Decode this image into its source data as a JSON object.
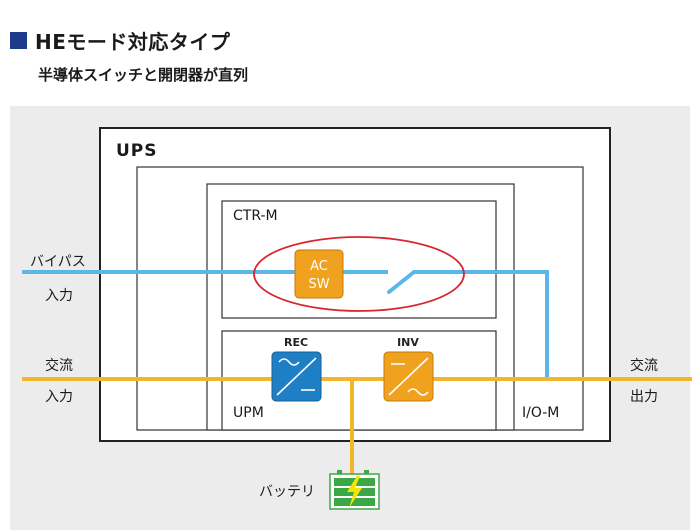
{
  "header": {
    "title": "HEモード対応タイプ",
    "subtitle": "半導体スイッチと開閉器が直列"
  },
  "diagram": {
    "ups_label": "UPS",
    "ctr_label": "CTR-M",
    "upm_label": "UPM",
    "io_label": "I/O-M",
    "ac_sw": {
      "line1": "AC",
      "line2": "SW"
    },
    "rec_label": "REC",
    "inv_label": "INV",
    "bypass_input": {
      "line1": "バイパス",
      "line2": "入力"
    },
    "ac_input": {
      "line1": "交流",
      "line2": "入力"
    },
    "ac_output": {
      "line1": "交流",
      "line2": "出力"
    },
    "battery_label": "バッテリ"
  },
  "colors": {
    "header_square": "#1e3a8a",
    "bypass_line": "#5cb6ea",
    "main_line": "#f3b52a",
    "ac_sw_box": "#f0a11e",
    "rec_box": "#1f7fc4",
    "inv_box": "#f0a11e",
    "highlight_ellipse": "#d9262e",
    "battery": "#3aa845"
  }
}
